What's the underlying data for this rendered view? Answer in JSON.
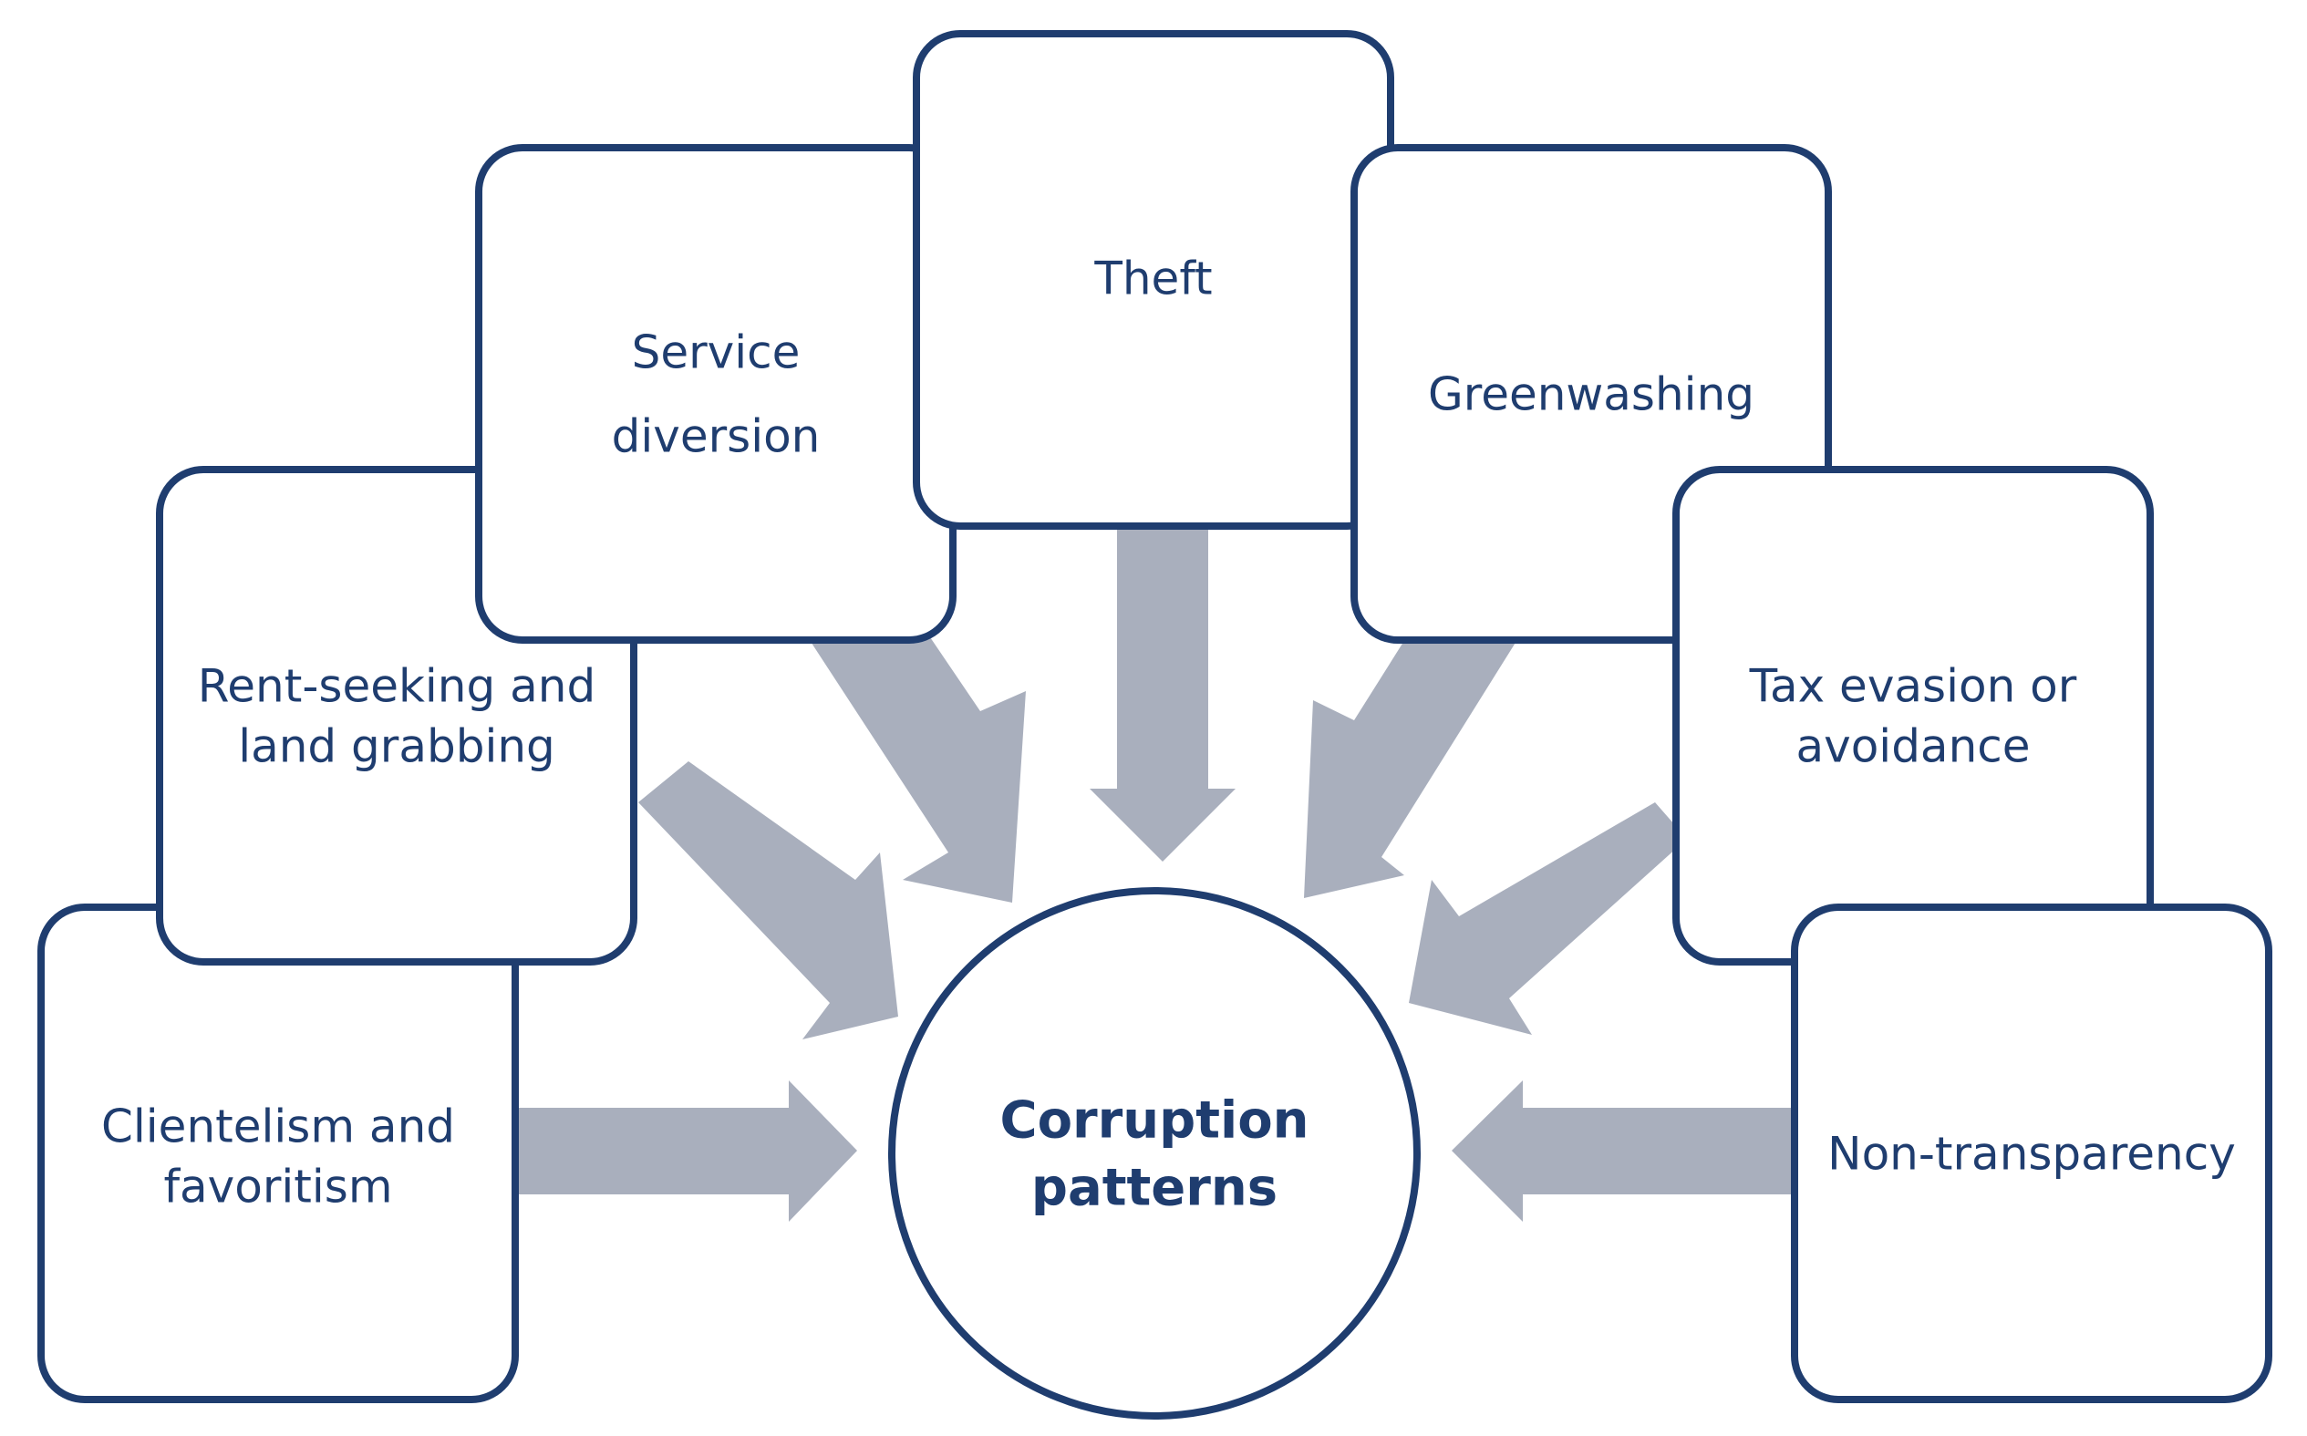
{
  "center": {
    "lines": [
      "Corruption",
      "patterns"
    ]
  },
  "nodes": [
    {
      "id": "clientelism",
      "lines": [
        "Clientelism and",
        "favoritism"
      ]
    },
    {
      "id": "rent-seeking",
      "lines": [
        "Rent-seeking and",
        "land grabbing"
      ]
    },
    {
      "id": "service-diversion",
      "lines": [
        "Service",
        "diversion"
      ]
    },
    {
      "id": "theft",
      "lines": [
        "Theft"
      ]
    },
    {
      "id": "greenwashing",
      "lines": [
        "Greenwashing"
      ]
    },
    {
      "id": "tax-evasion",
      "lines": [
        "Tax evasion or",
        "avoidance"
      ]
    },
    {
      "id": "non-transparency",
      "lines": [
        "Non-transparency"
      ]
    }
  ],
  "colors": {
    "border": "#1f3d6f",
    "text": "#1f3d6f",
    "arrow": "#a9afbd",
    "background": "#ffffff"
  }
}
